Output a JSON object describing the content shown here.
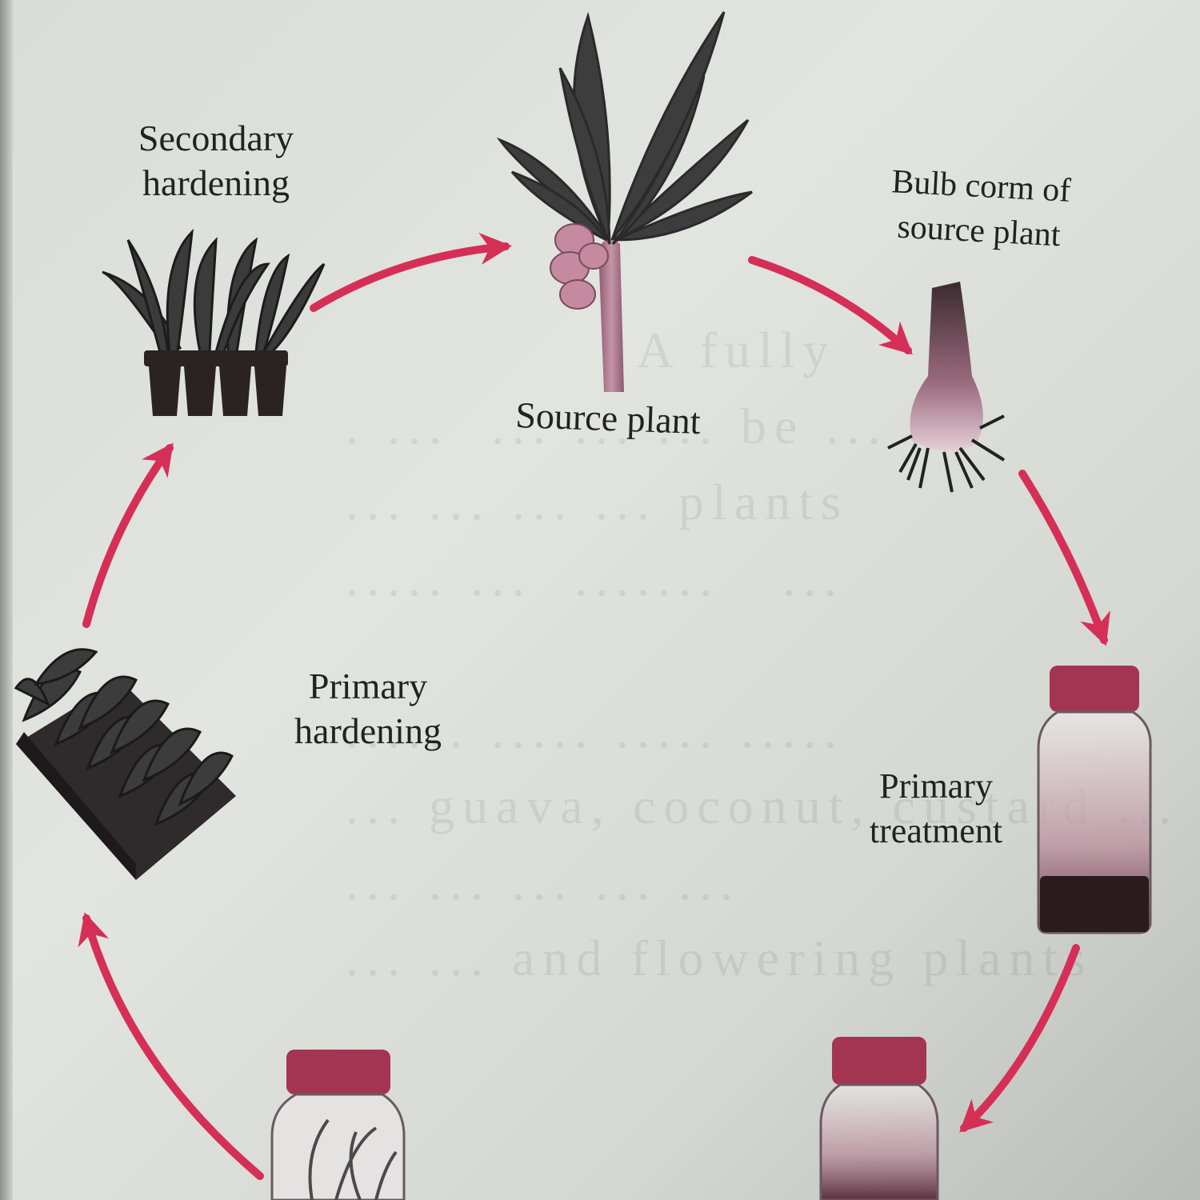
{
  "colors": {
    "arrow": "#d52f57",
    "plant": "#3a3a3a",
    "trunk": "#b07a8e",
    "cap": "#9e2f4d",
    "liquid": "#2a1b1f",
    "background": "#dfe1dd"
  },
  "ghost_text": "                A fully\n  . ...  ... ... ... be ... ...\n  ... ... ... ... plants\n  ..... ...  .......   ...\n\n  ...... ..... ..... .....\n  ... guava, coconut, custard ...\n  ... ... ... ... ...\n  ... ... and flowering plants",
  "diagram": {
    "nodes": {
      "source_plant": {
        "label": "Source plant",
        "icon": "banana-tree-icon"
      },
      "bulb_corm": {
        "label": "Bulb corm of\nsource plant",
        "icon": "corm-icon"
      },
      "primary_treatment": {
        "label": "Primary\ntreatment",
        "icon": "jar-icon"
      },
      "culture_jar": {
        "label": "",
        "icon": "jar-icon"
      },
      "plantlet_jar": {
        "label": "",
        "icon": "jar-icon"
      },
      "primary_hardening": {
        "label": "Primary\nhardening",
        "icon": "seedling-tray-icon"
      },
      "secondary_hardening": {
        "label": "Secondary\nhardening",
        "icon": "potted-plants-icon"
      }
    },
    "edges": [
      {
        "from": "secondary_hardening",
        "to": "source_plant"
      },
      {
        "from": "source_plant",
        "to": "bulb_corm"
      },
      {
        "from": "bulb_corm",
        "to": "primary_treatment"
      },
      {
        "from": "primary_treatment",
        "to": "culture_jar"
      },
      {
        "from": "plantlet_jar",
        "to": "primary_hardening"
      },
      {
        "from": "primary_hardening",
        "to": "secondary_hardening"
      }
    ]
  }
}
